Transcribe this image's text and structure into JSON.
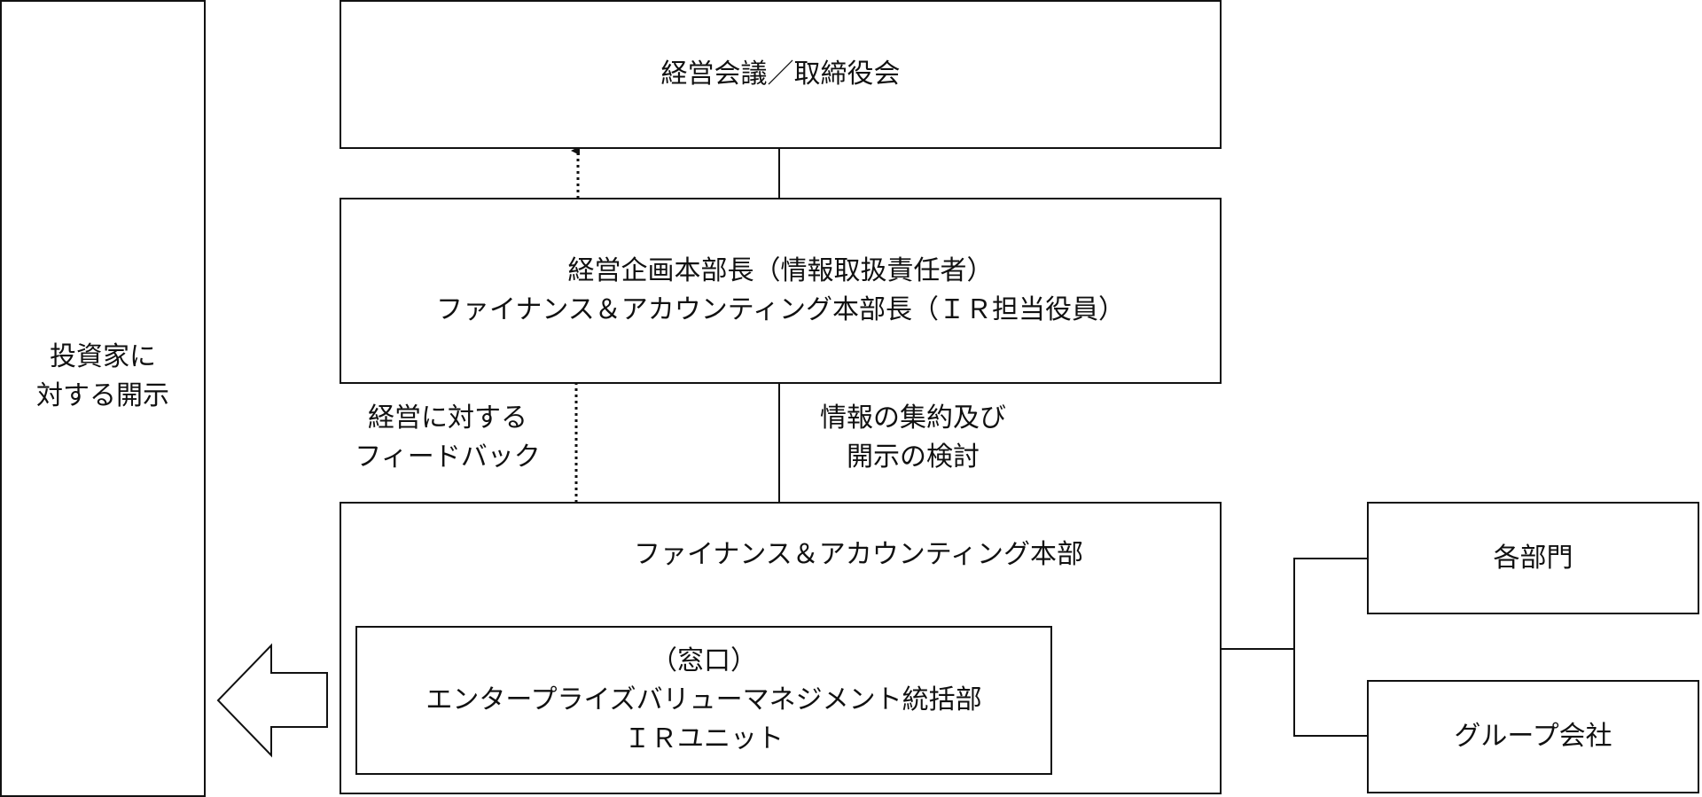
{
  "investor_box": {
    "line1": "投資家に",
    "line2": "対する開示"
  },
  "board_box": {
    "label": "経営会議／取締役会"
  },
  "officer_box": {
    "line1": "経営企画本部長（情報取扱責任者）",
    "line2": "ファイナンス＆アカウンティング本部長（ＩＲ担当役員）"
  },
  "feedback_label": {
    "line1": "経営に対する",
    "line2": "フィードバック"
  },
  "aggregation_label": {
    "line1": "情報の集約及び",
    "line2": "開示の検討"
  },
  "fa_division_box": {
    "label": "ファイナンス＆アカウンティング本部"
  },
  "ir_unit_box": {
    "line1": "（窓口）",
    "line2": "エンタープライズバリューマネジメント統括部",
    "line3": "ＩＲユニット"
  },
  "departments_box": {
    "label": "各部門"
  },
  "group_box": {
    "label": "グループ会社"
  }
}
